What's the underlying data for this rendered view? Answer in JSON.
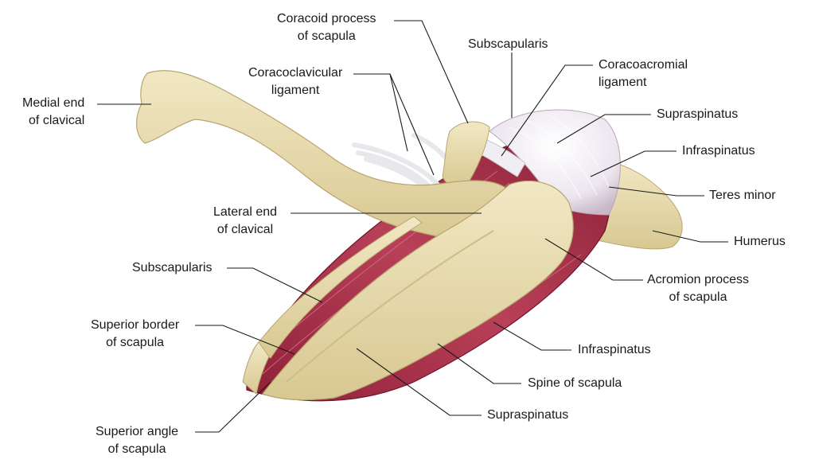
{
  "labels": {
    "coracoid_process": [
      "Coracoid process",
      "of scapula"
    ],
    "subscapularis_top": "Subscapularis",
    "coracoacromial_ligament": [
      "Coracoacromial",
      "ligament"
    ],
    "coracoclavicular_ligament": [
      "Coracoclavicular",
      "ligament"
    ],
    "medial_end_clavicle": [
      "Medial end",
      "of clavical"
    ],
    "supraspinatus_top": "Supraspinatus",
    "infraspinatus_top": "Infraspinatus",
    "teres_minor": "Teres minor",
    "humerus": "Humerus",
    "lateral_end_clavicle": [
      "Lateral end",
      "of clavical"
    ],
    "subscapularis_left": "Subscapularis",
    "acromion_process": [
      "Acromion process",
      "of scapula"
    ],
    "superior_border": [
      "Superior border",
      "of scapula"
    ],
    "infraspinatus_bottom": "Infraspinatus",
    "spine_of_scapula": "Spine of scapula",
    "superior_angle": [
      "Superior angle",
      "of scapula"
    ],
    "supraspinatus_bottom": "Supraspinatus"
  },
  "colors": {
    "bone": "#eadfb4",
    "bone_shade": "#cdbd86",
    "muscle": "#a8304a",
    "muscle_dark": "#7a1a30",
    "muscle_light": "#c8607a",
    "ligament": "#f2f2f4",
    "tendon": "#ebe6ee",
    "leader": "#1a1a1a"
  }
}
